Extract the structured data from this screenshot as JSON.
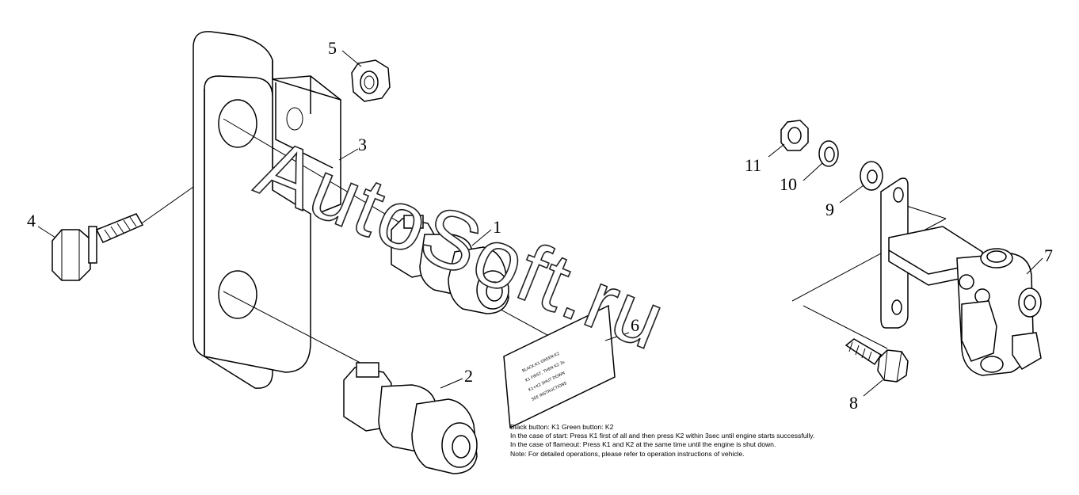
{
  "callouts": {
    "c1": "1",
    "c2": "2",
    "c3": "3",
    "c4": "4",
    "c5": "5",
    "c6": "6",
    "c7": "7",
    "c8": "8",
    "c9": "9",
    "c10": "10",
    "c11": "11"
  },
  "watermark": "AutoSoft.ru",
  "notes": [
    "Black button: K1 Green button: K2",
    "In the case of start: Press K1 first of all and then press K2 within 3sec until engine starts successfully.",
    "In the case of flameout: Press K1 and K2 at the same time until the engine is shut down.",
    "Note: For detailed operations, please refer to operation instructions of vehicle."
  ]
}
